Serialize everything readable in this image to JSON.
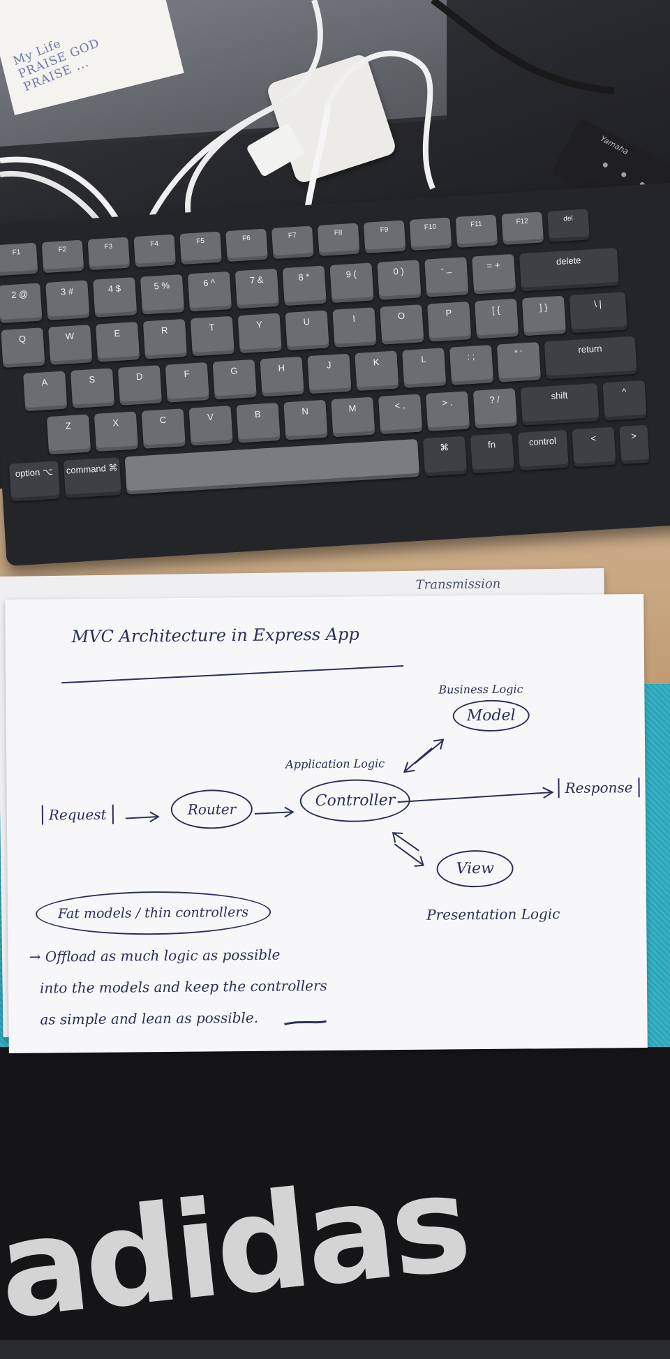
{
  "note_card": {
    "lines": [
      "My Life",
      "PRAISE GOD",
      "PRAISE ..."
    ]
  },
  "remote": {
    "brand": "Yamaha"
  },
  "keyboard": {
    "row_fn": [
      "F1",
      "F2",
      "F3",
      "F4",
      "F5",
      "F6",
      "F7",
      "F8",
      "F9",
      "F10",
      "F11",
      "F12",
      "del"
    ],
    "row_num": [
      "2 @",
      "3 #",
      "4 $",
      "5 %",
      "6 ^",
      "7 &",
      "8 *",
      "9 (",
      "0 )",
      "- _",
      "= +",
      "delete"
    ],
    "row_top": [
      "Q",
      "W",
      "E",
      "R",
      "T",
      "Y",
      "U",
      "I",
      "O",
      "P",
      "[ {",
      "] }",
      "\\ |"
    ],
    "row_home": [
      "A",
      "S",
      "D",
      "F",
      "G",
      "H",
      "J",
      "K",
      "L",
      ": ;",
      "\" '",
      "return"
    ],
    "row_bottom": [
      "Z",
      "X",
      "C",
      "V",
      "B",
      "N",
      "M",
      "< ,",
      "> .",
      "? /",
      "shift",
      "^"
    ],
    "row_space": [
      "option ⌥",
      "command ⌘",
      "",
      "⌘",
      "fn",
      "control",
      "<",
      ">"
    ]
  },
  "paper_back": {
    "text": "Transmission"
  },
  "paper": {
    "title": "MVC Architecture in Express App",
    "request": "Request",
    "router": "Router",
    "controller": "Controller",
    "controller_label": "Application Logic",
    "model": "Model",
    "model_label": "Business Logic",
    "view": "View",
    "view_label": "Presentation Logic",
    "response": "Response",
    "fat_models": "Fat models / thin controllers",
    "note_line_1": "→  Offload as much logic as possible",
    "note_line_2": "into the models and keep the controllers",
    "note_line_3": "as simple and lean as possible."
  },
  "shirt": {
    "print": "adidas"
  }
}
